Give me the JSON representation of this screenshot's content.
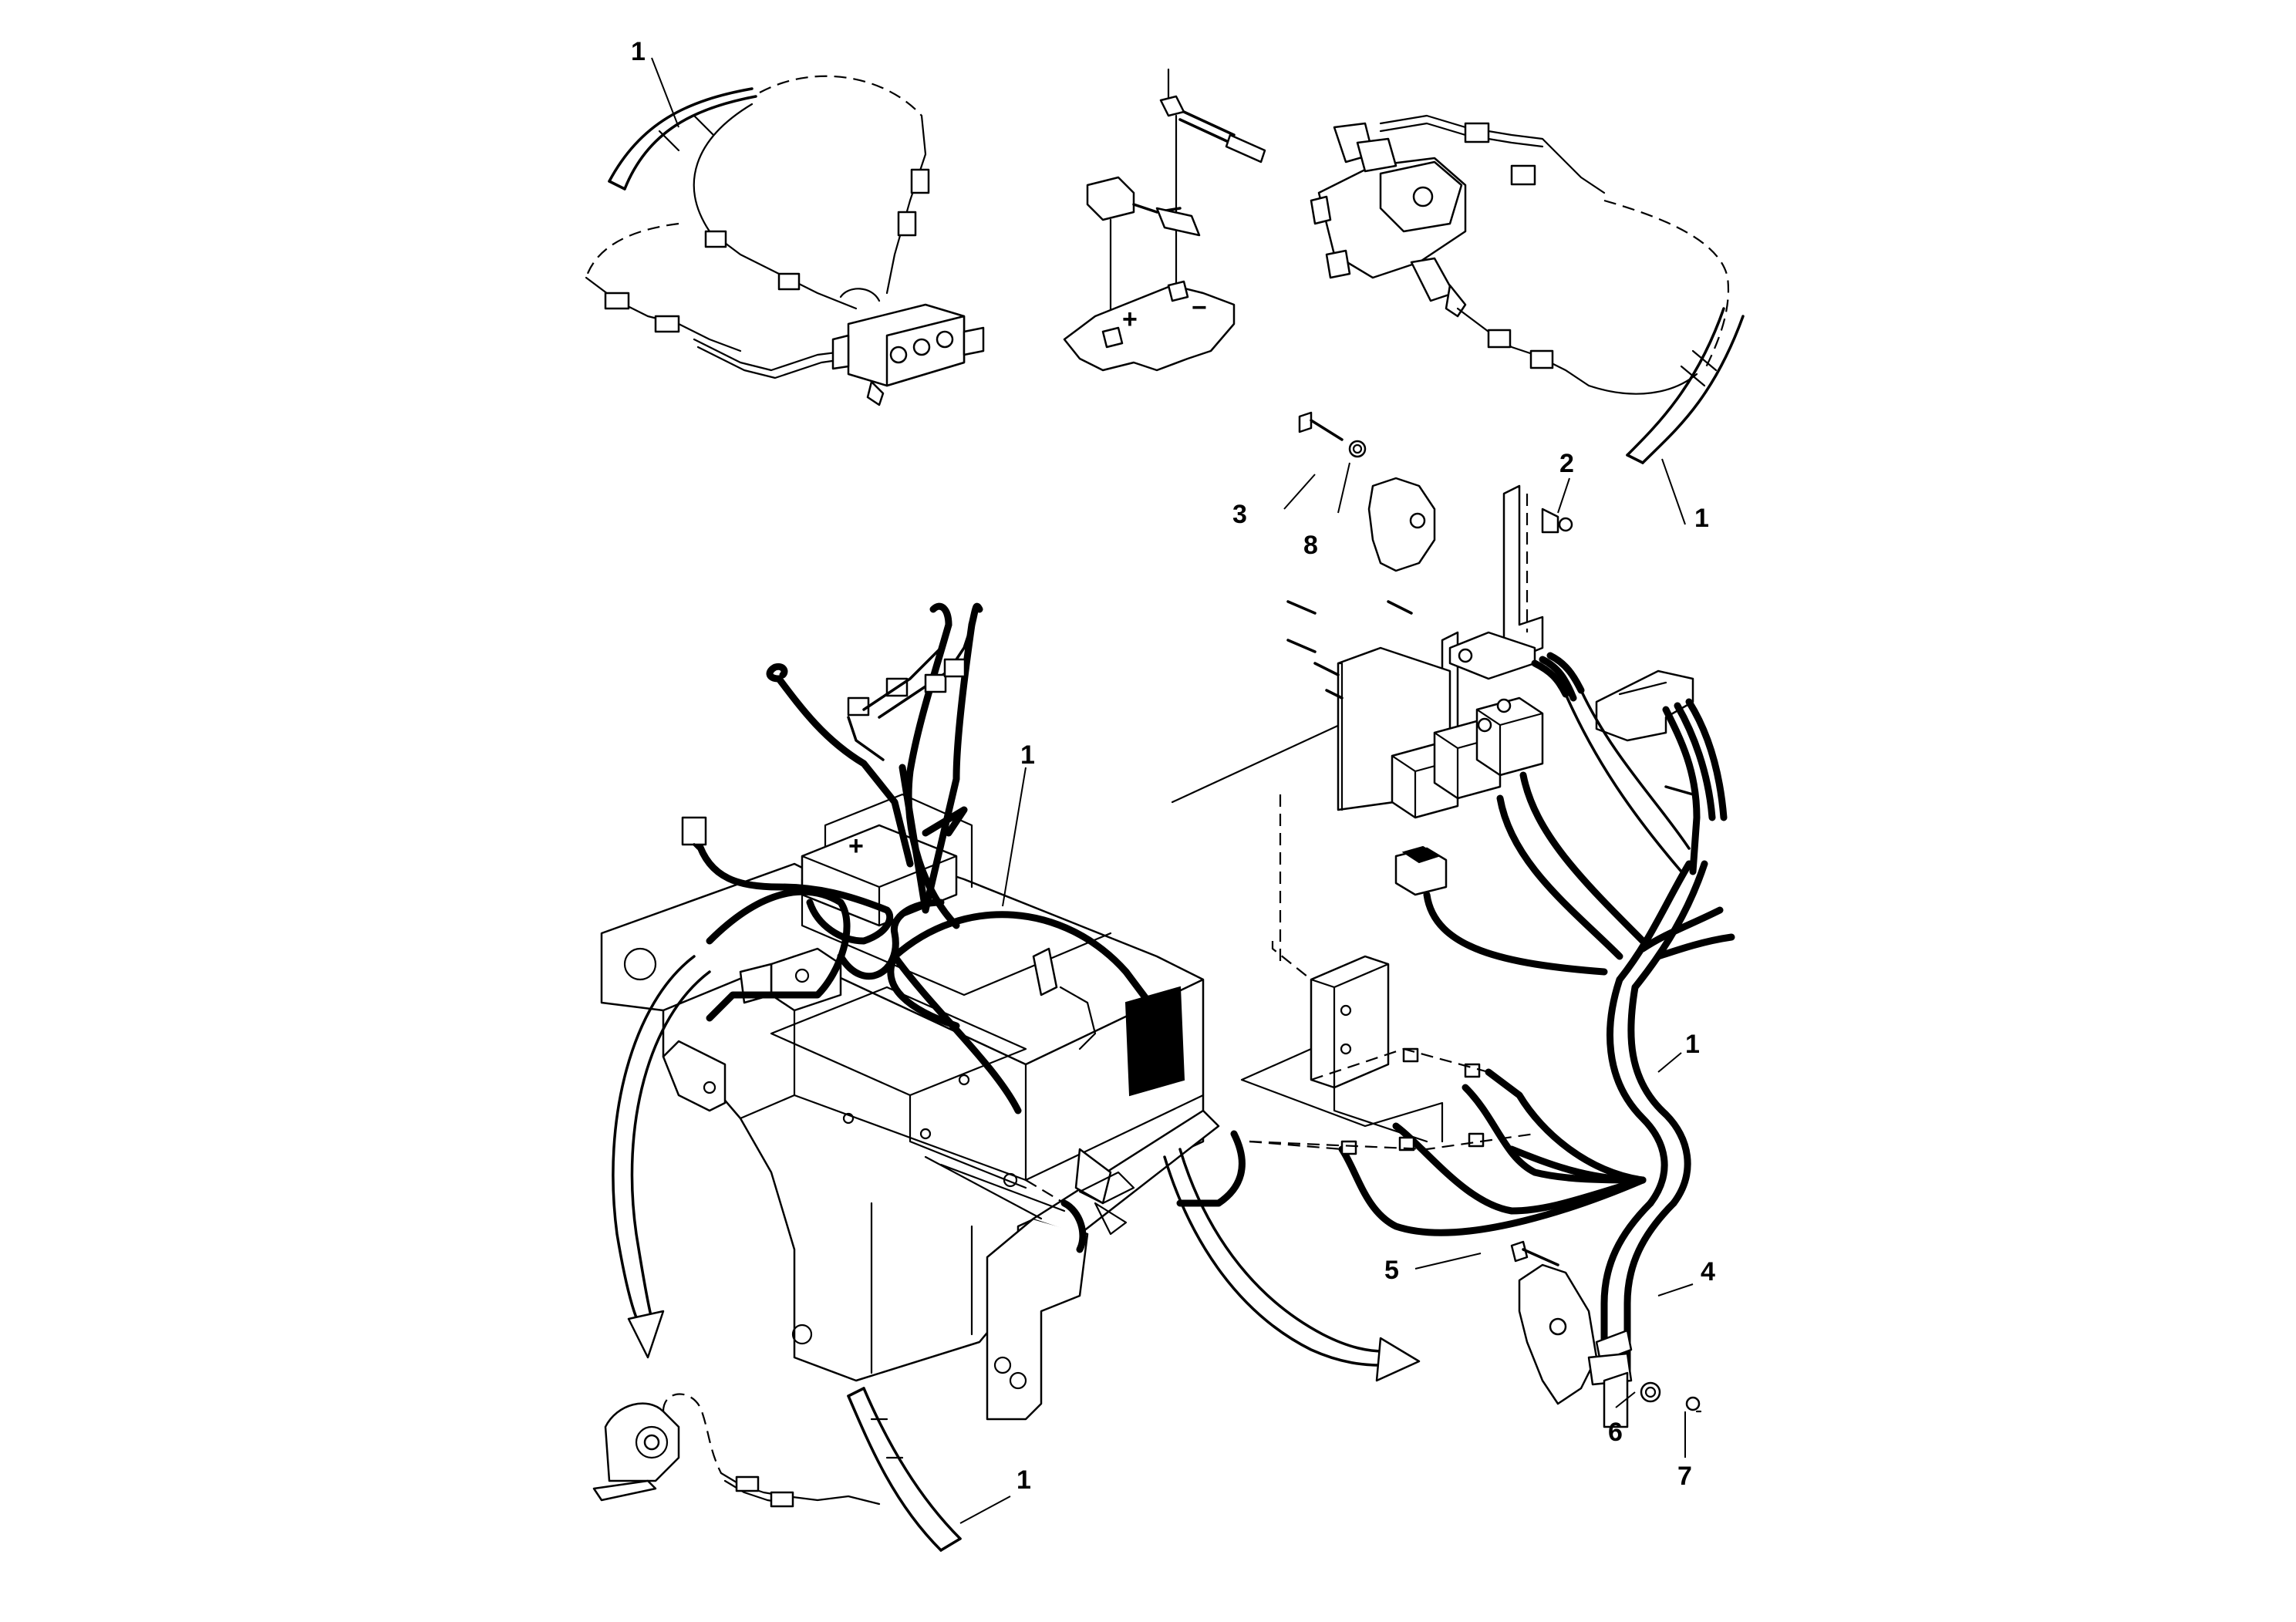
{
  "callouts": {
    "c1_top_left": "1",
    "c1_top_right": "1",
    "c1_center": "1",
    "c1_right_harness": "1",
    "c1_bottom": "1",
    "c2": "2",
    "c3": "3",
    "c4": "4",
    "c5": "5",
    "c6": "6",
    "c7": "7",
    "c8": "8"
  },
  "symbols": {
    "plus": "+",
    "minus": "−"
  }
}
